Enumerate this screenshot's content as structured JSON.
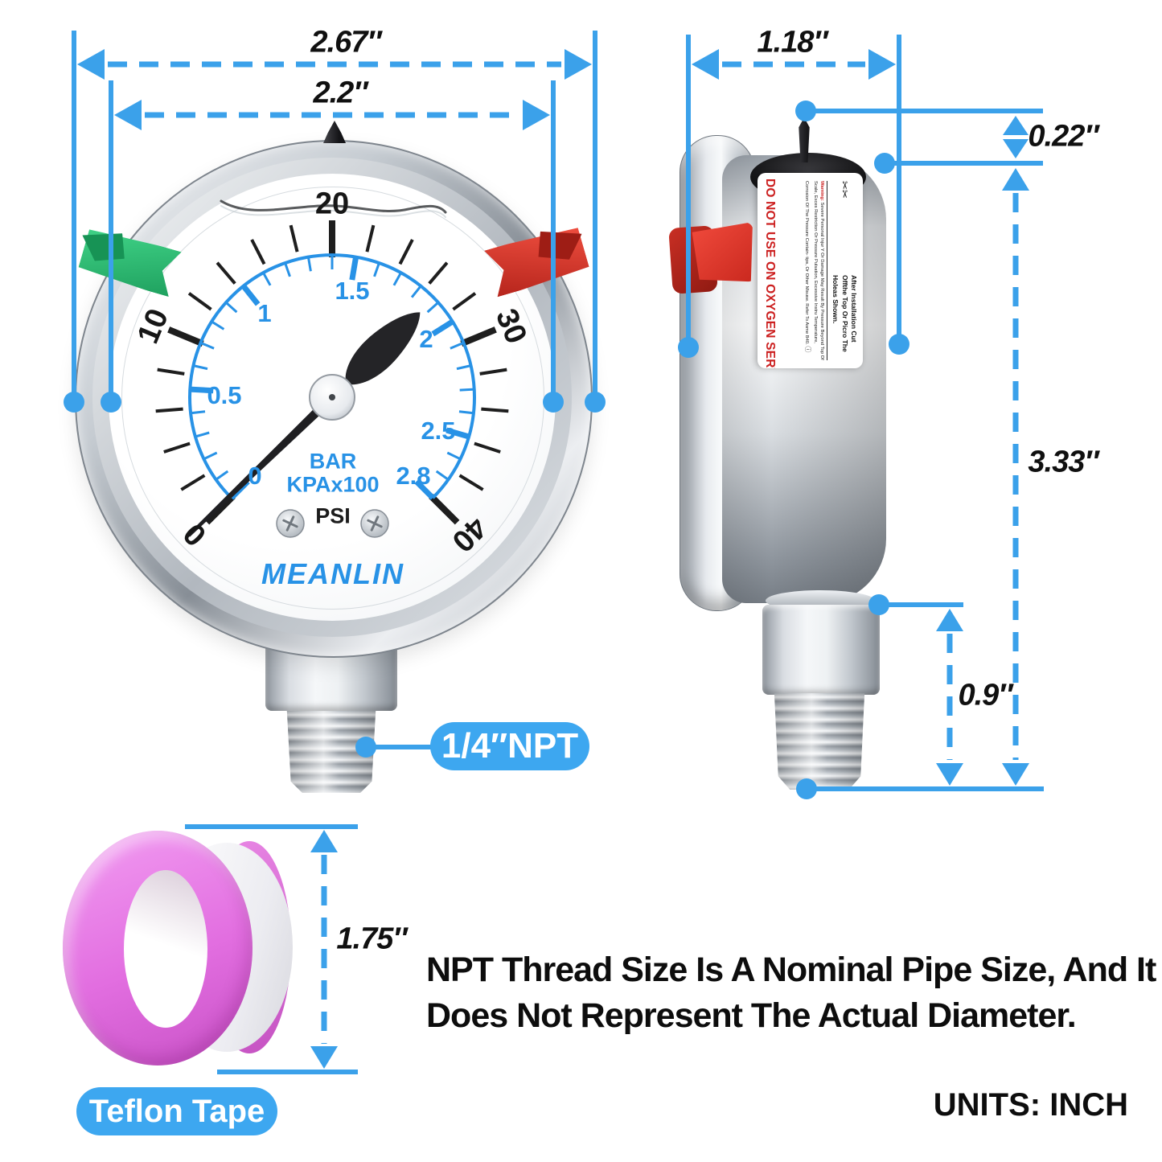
{
  "colors": {
    "dim_blue": "#3ba1ea",
    "pill_blue": "#3da7f0",
    "scale_blue": "#2892e6",
    "scale_black": "#1e1e1e",
    "warning_red": "#cc2020",
    "tape_pink": "#e57ee0",
    "tag_green": "#2fc878",
    "tag_red": "#e23a30"
  },
  "annotations": {
    "front_outer_width": "2.67″",
    "front_dial_width": "2.2″",
    "side_width": "1.18″",
    "nipple_height": "0.22″",
    "total_height": "3.33″",
    "stem_height": "0.9″",
    "tape_diameter": "1.75″"
  },
  "callouts": {
    "npt": "1/4″NPT",
    "teflon": "Teflon Tape"
  },
  "gauge": {
    "brand": "MEANLIN",
    "unit_bar": "BAR",
    "unit_kpa": "KPAx100",
    "unit_psi": "PSI",
    "needle_angle_deg": 46,
    "start_angle": -135,
    "span_angle": 270,
    "psi_scale": {
      "unit": "PSI",
      "min": 0,
      "max": 40,
      "labels": [
        "0",
        "10",
        "20",
        "30",
        "40"
      ],
      "divisions": 20,
      "major_every": 5,
      "end_major": false,
      "color": "#1e1e1e",
      "r_out": 220,
      "len_major": 46,
      "len_minor": 34,
      "w_major": 8,
      "w_minor": 4
    },
    "bar_scale": {
      "unit": "BAR",
      "min": 0,
      "max": 2.8,
      "labels": [
        "0",
        "0.5",
        "1",
        "1.5",
        "2",
        "2.5",
        "2.8"
      ],
      "divisions": 28,
      "major_every": 5,
      "end_major": true,
      "color": "#2892e6",
      "r_out": 177,
      "len_major": 29,
      "len_minor": 18,
      "w_major": 7,
      "w_minor": 3
    }
  },
  "warning_label": {
    "headline": "DO NOT USE ON OXYGEN SERVICE",
    "fine_print_warn": "Warning:",
    "fine_print": " Severe Personal Injur Y Or Damage May Result By Pressure Beyond Top Of Scale, Exces Restriction Or Pressure Pulsation, Excessive Instru Temperature, Corrosion Of The Pressure Contain- tips, Or Other Misuse. Refer To Asme B40.",
    "info_icon": "ⓘ",
    "scissors": "✂✂",
    "instruction": "After Installation Cut Offthe Top Or Picro The Holeas Shown."
  },
  "footer": {
    "note_line1": "NPT Thread Size Is A Nominal Pipe Size, And It",
    "note_line2": "Does Not Represent The Actual Diameter.",
    "units": "UNITS: INCH"
  }
}
